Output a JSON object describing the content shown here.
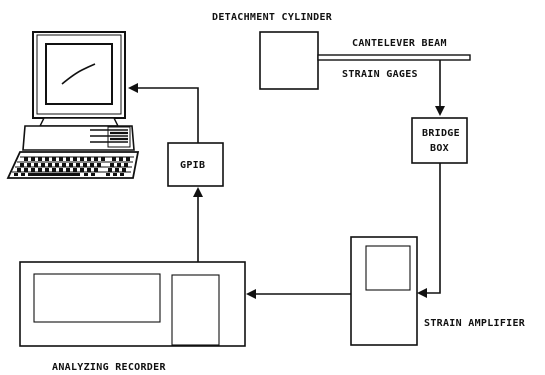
{
  "diagram": {
    "labels": {
      "detachment_cylinder": "DETACHMENT CYLINDER",
      "cantilever_beam": "CANTELEVER BEAM",
      "strain_gages": "STRAIN GAGES",
      "bridge_box_line1": "BRIDGE",
      "bridge_box_line2": "BOX",
      "gpib": "GPIB",
      "strain_amplifier": "STRAIN AMPLIFIER",
      "analyzing_recorder": "ANALYZING RECORDER"
    },
    "colors": {
      "ink": "#111111",
      "background": "#ffffff"
    },
    "icons": {
      "computer": "desktop-computer-icon"
    }
  }
}
